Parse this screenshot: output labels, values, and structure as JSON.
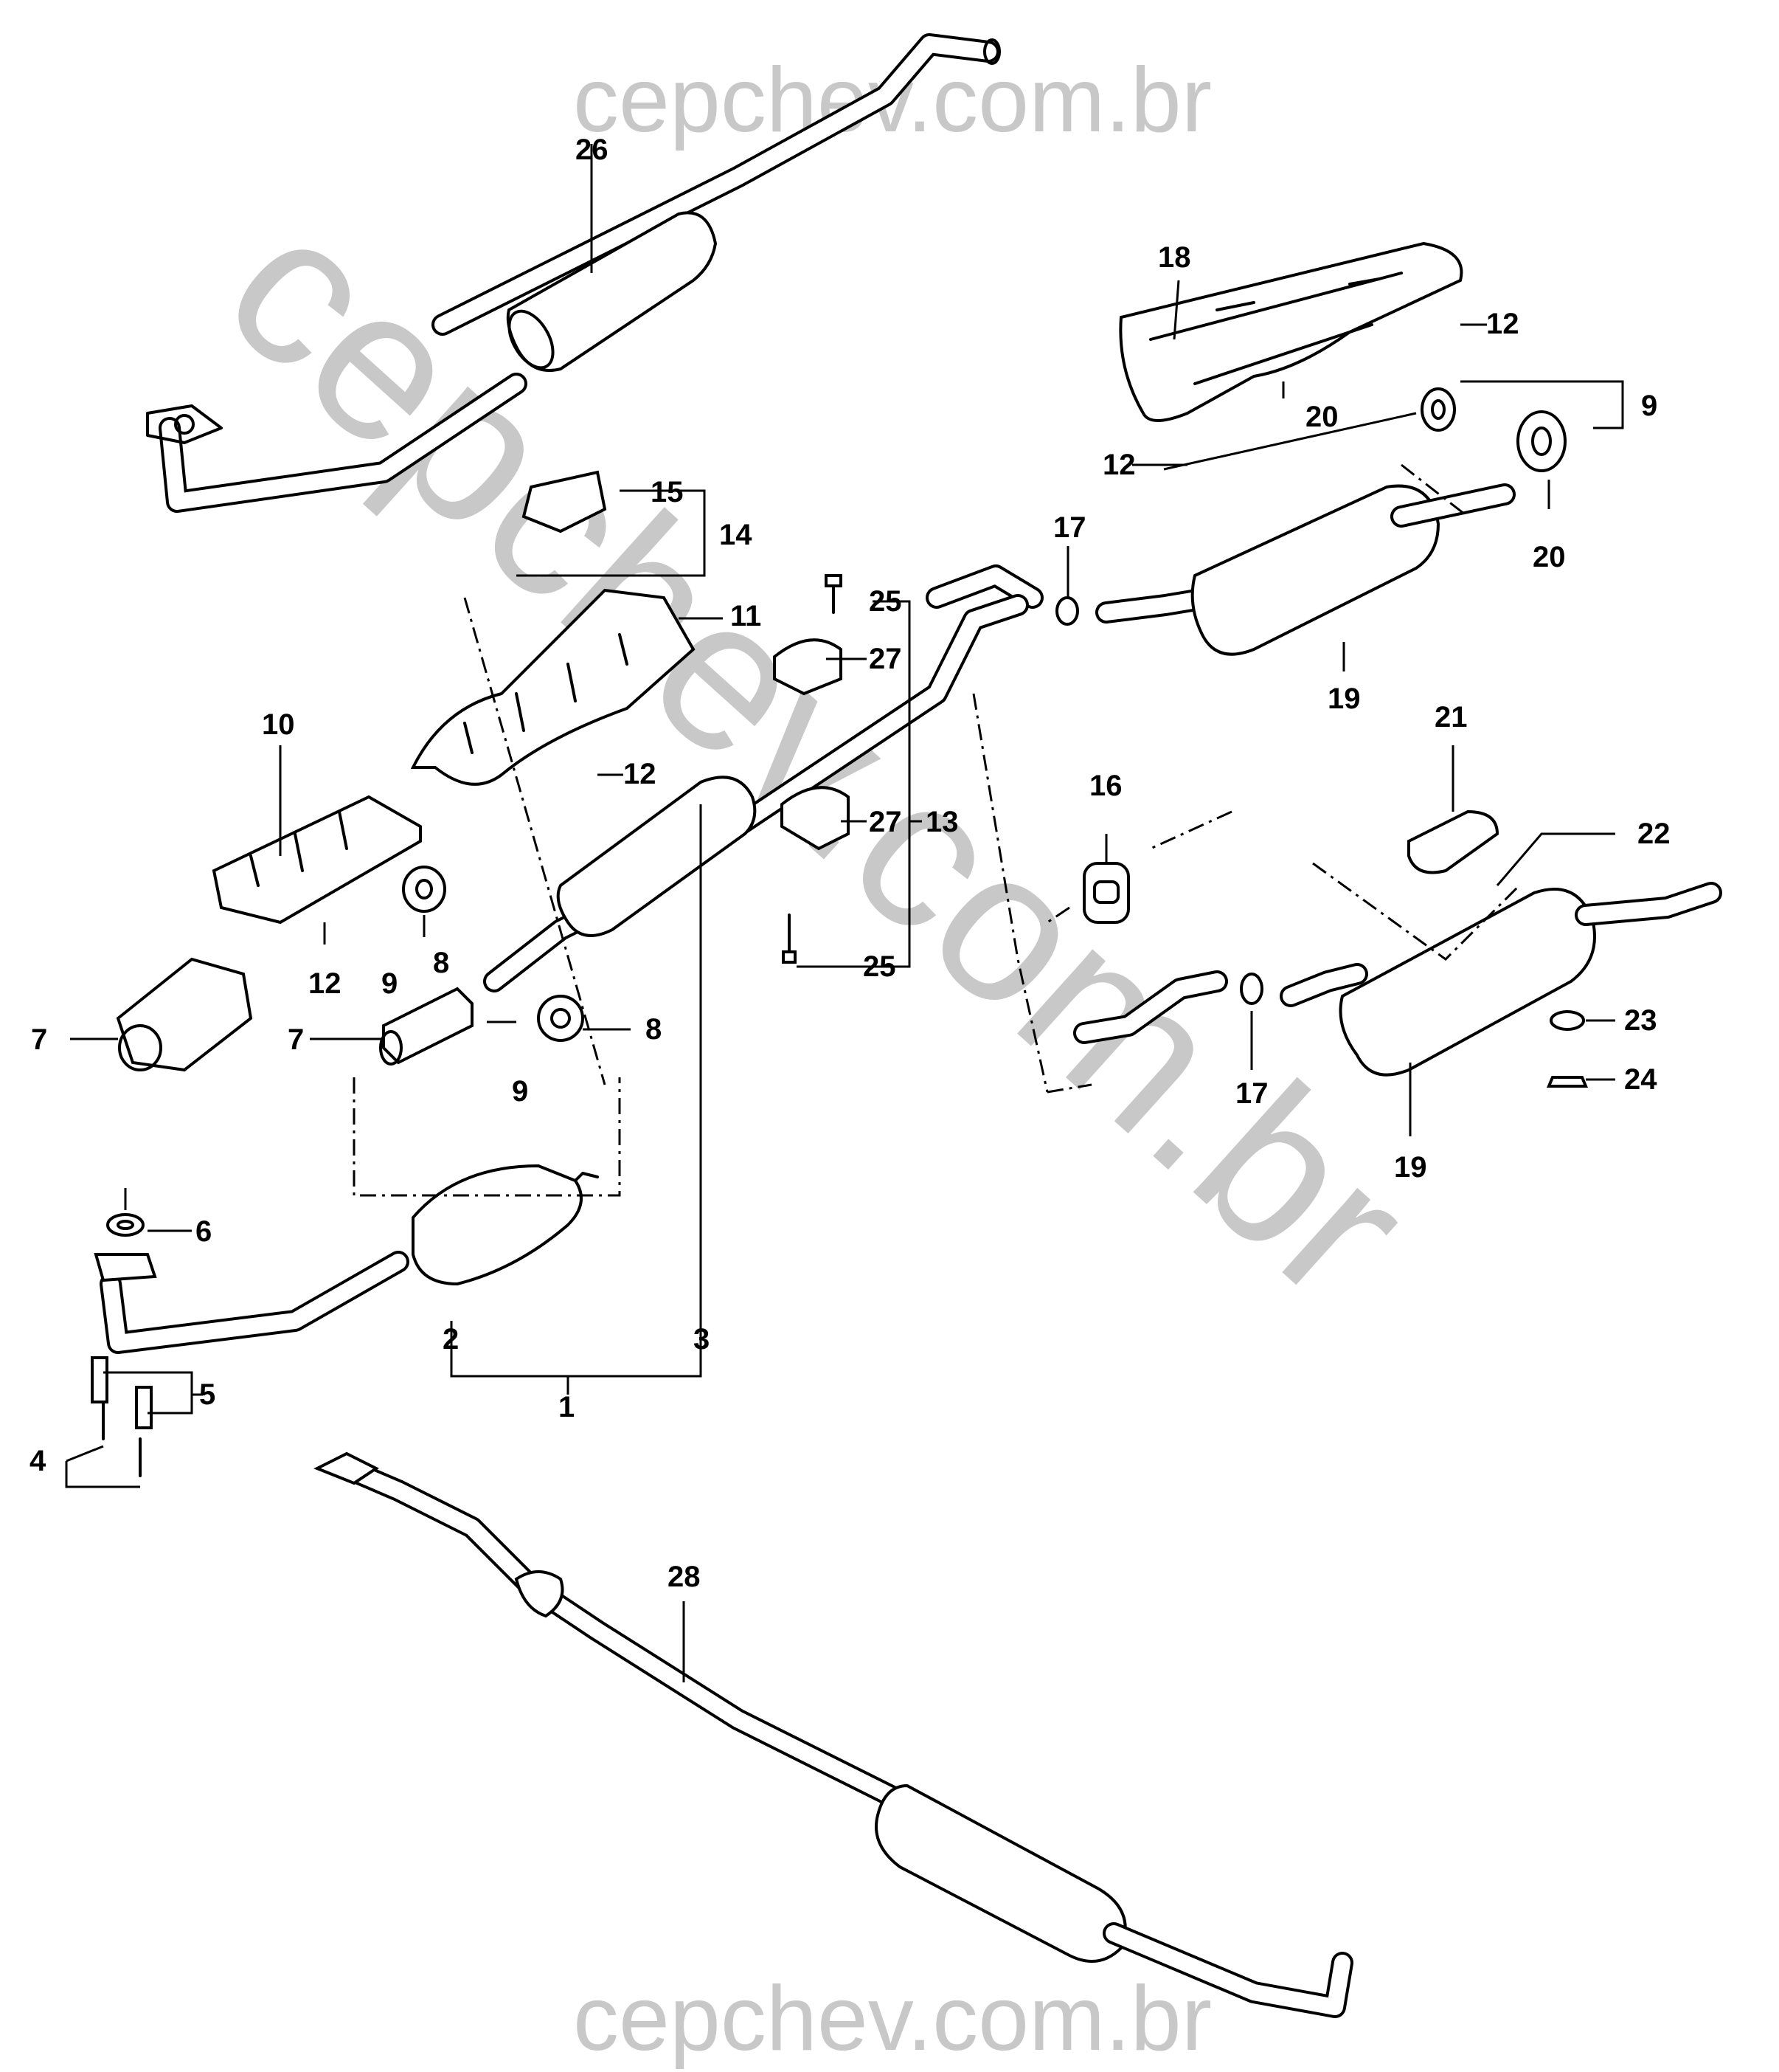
{
  "watermark": {
    "top": "cepchev.com.br",
    "bottom": "cepchev.com.br",
    "diagonal": "cepchev.com.br"
  },
  "callouts": [
    "1",
    "2",
    "3",
    "4",
    "5",
    "6",
    "7",
    "7",
    "8",
    "8",
    "9",
    "9",
    "9",
    "10",
    "11",
    "12",
    "12",
    "12",
    "12",
    "13",
    "14",
    "15",
    "16",
    "17",
    "17",
    "18",
    "19",
    "19",
    "20",
    "20",
    "21",
    "22",
    "23",
    "24",
    "25",
    "25",
    "26",
    "27",
    "27",
    "28"
  ]
}
